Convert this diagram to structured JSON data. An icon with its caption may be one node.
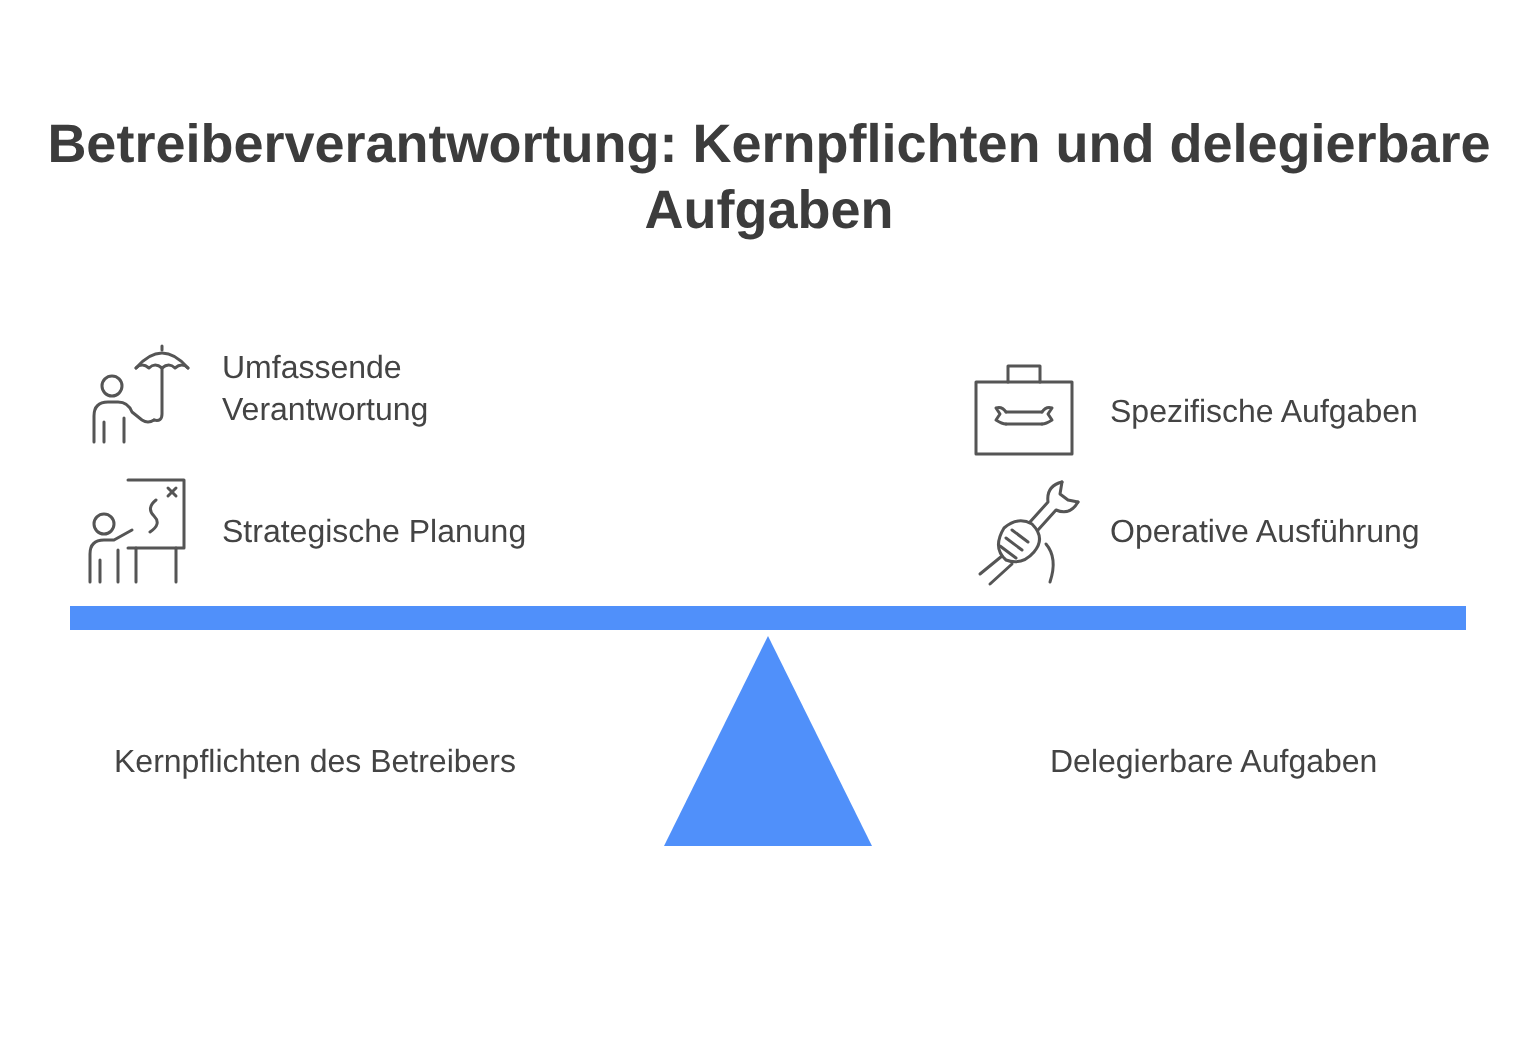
{
  "diagram": {
    "title": "Betreiberverantwortung: Kernpflichten und delegierbare Aufgaben",
    "labels": [
      "Umfassende Verantwortung",
      "Spezifische Aufgaben",
      "Strategische Planung",
      "Operative Ausführung",
      "Kernpflichten des Betreibers",
      "Delegierbare Aufgaben"
    ]
  }
}
